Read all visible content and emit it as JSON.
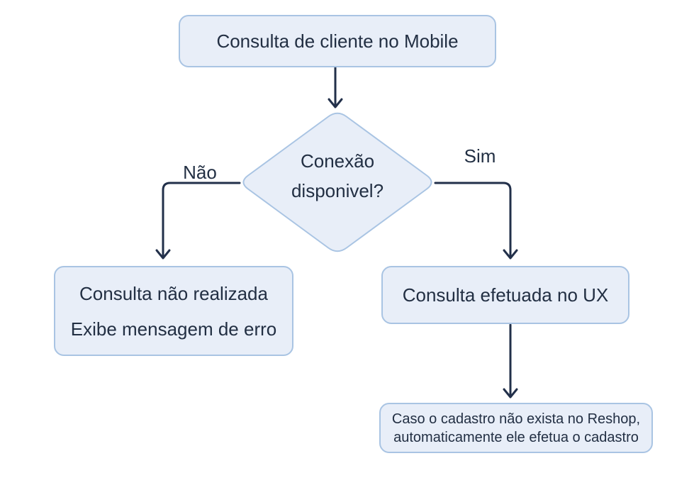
{
  "diagram": {
    "start_node": {
      "label": "Consulta de cliente no Mobile"
    },
    "decision_node": {
      "line1": "Conexão",
      "line2": "disponivel?"
    },
    "branches": {
      "no_label": "Não",
      "yes_label": "Sim"
    },
    "error_node": {
      "line1": "Consulta não realizada",
      "line2": "Exibe mensagem de erro"
    },
    "ux_node": {
      "label": "Consulta efetuada no UX"
    },
    "followup_node": {
      "line1": "Caso o cadastro não exista no Reshop,",
      "line2": "automaticamente ele efetua o cadastro"
    }
  },
  "colors": {
    "node_fill": "#e8eef8",
    "node_border": "#a9c4e3",
    "text": "#222f43",
    "arrow": "#22304a",
    "background": "#ffffff"
  }
}
